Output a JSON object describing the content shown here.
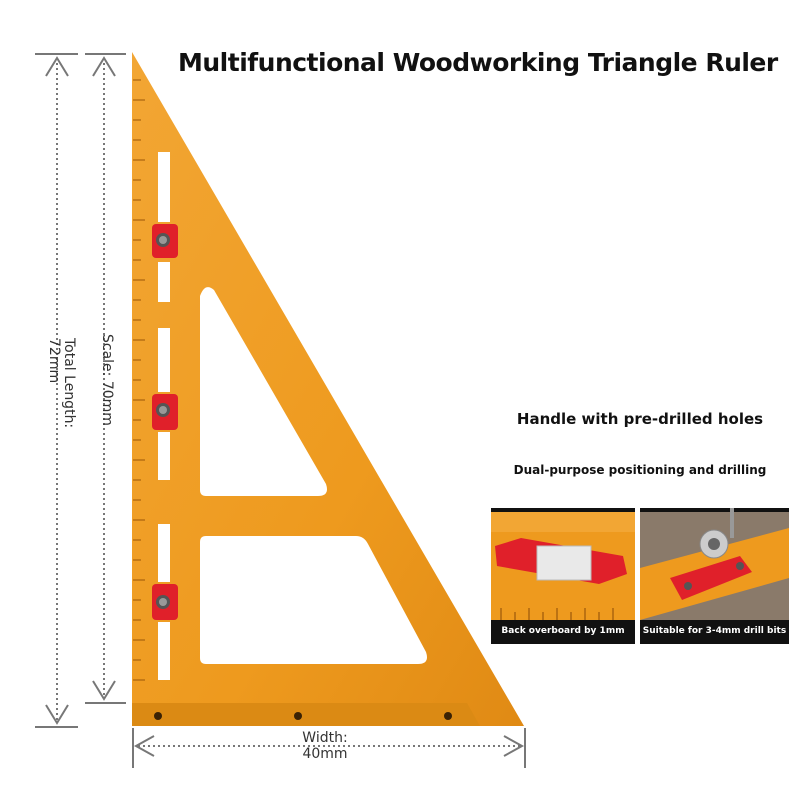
{
  "title": "Multifunctional Woodworking Triangle Ruler",
  "dimensions": {
    "total_length_label_line1": "Total Length:",
    "total_length_label_line2": "72mm",
    "scale_label": "Scale: 70mm",
    "width_label_line1": "Width:",
    "width_label_line2": "40mm"
  },
  "features": {
    "heading": "Handle with pre-drilled holes",
    "subheading": "Dual-purpose positioning and drilling",
    "left_photo_caption": "Back overboard by 1mm",
    "right_photo_caption": "Suitable for 3-4mm drill bits"
  },
  "colors": {
    "ruler_orange": "#EE9A1E",
    "ruler_orange_dark": "#C97812",
    "block_red": "#E0202A",
    "dimension_gray": "#777777"
  }
}
